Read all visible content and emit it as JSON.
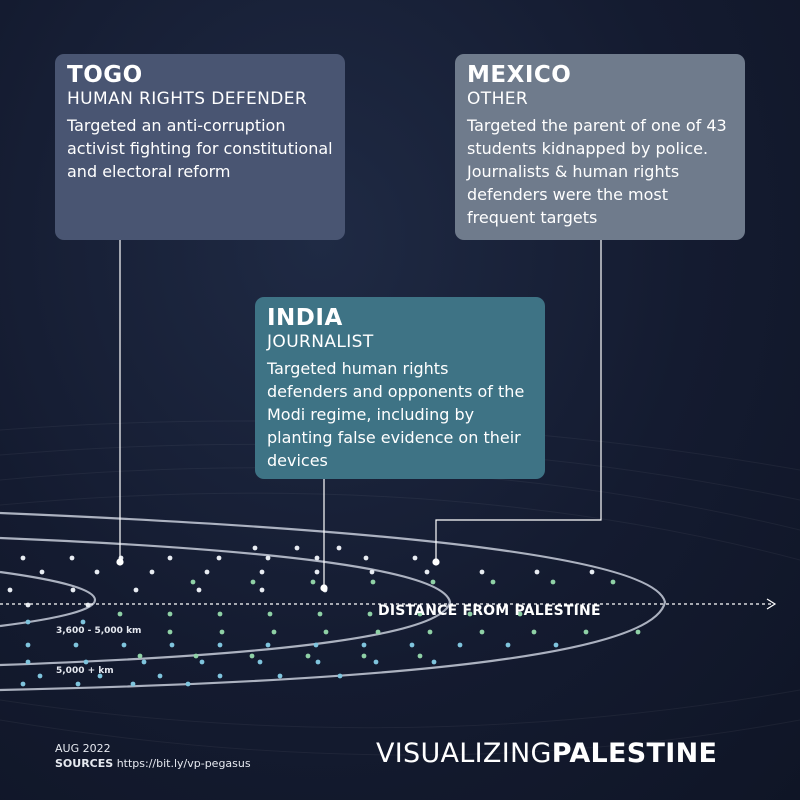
{
  "cards": {
    "togo": {
      "country": "TOGO",
      "role": "HUMAN RIGHTS DEFENDER",
      "description": "Targeted an anti-corruption activist fighting for constitutional and electoral reform"
    },
    "mexico": {
      "country": "MEXICO",
      "role": "OTHER",
      "description": "Targeted the parent of one of 43 students kidnapped by police. Journalists & human rights defenders were the most frequent targets"
    },
    "india": {
      "country": "INDIA",
      "role": "JOURNALIST",
      "description": "Targeted human rights defenders and opponents of the Modi regime, including by planting false evidence on their devices"
    }
  },
  "axis": {
    "label": "DISTANCE FROM PALESTINE"
  },
  "rings": {
    "mid_label": "3,600 - 5,000 km",
    "outer_label": "5,000 + km"
  },
  "footer": {
    "date": "AUG 2022",
    "sources_label": "SOURCES",
    "sources_url": "https://bit.ly/vp-pegasus",
    "brand_light": "VISUALIZING",
    "brand_bold": "PALESTINE"
  },
  "colors": {
    "togo_card": "#495572",
    "mexico_card": "#6f7b8c",
    "india_card": "#3e7385",
    "dot_white": "#e8ecf2",
    "dot_green": "#8fd1a6",
    "dot_blue": "#7fc4dd"
  }
}
